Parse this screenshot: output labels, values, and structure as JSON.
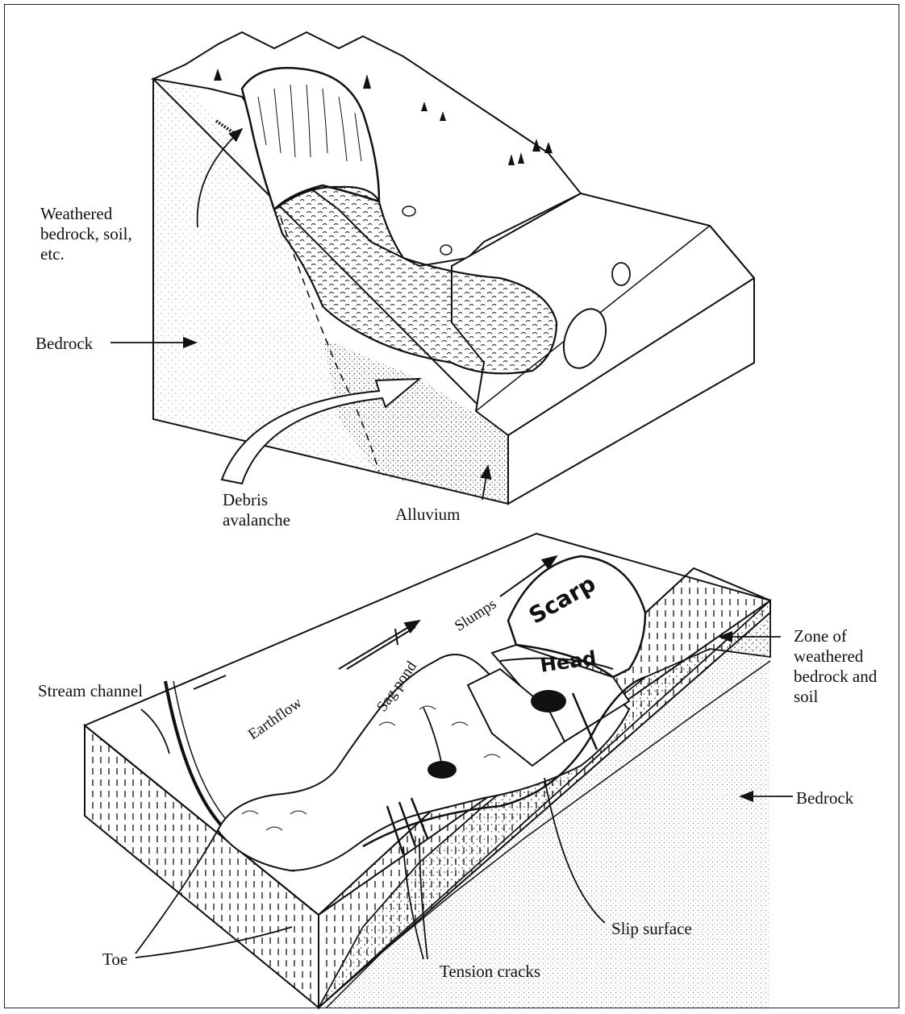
{
  "top_diagram": {
    "labels": {
      "weathered": "Weathered\nbedrock, soil,\netc.",
      "bedrock": "Bedrock",
      "debris": "Debris\navalanche",
      "alluvium": "Alluvium"
    }
  },
  "bottom_diagram": {
    "labels": {
      "stream_channel": "Stream channel",
      "earthflow": "Earthflow",
      "sag_pond": "Sag pond",
      "slumps": "Slumps",
      "scarp": "Scarp",
      "head": "Head",
      "zone": "Zone of\nweathered\nbedrock and\nsoil",
      "bedrock": "Bedrock",
      "slip_surface": "Slip surface",
      "tension_cracks": "Tension cracks",
      "toe": "Toe"
    }
  }
}
